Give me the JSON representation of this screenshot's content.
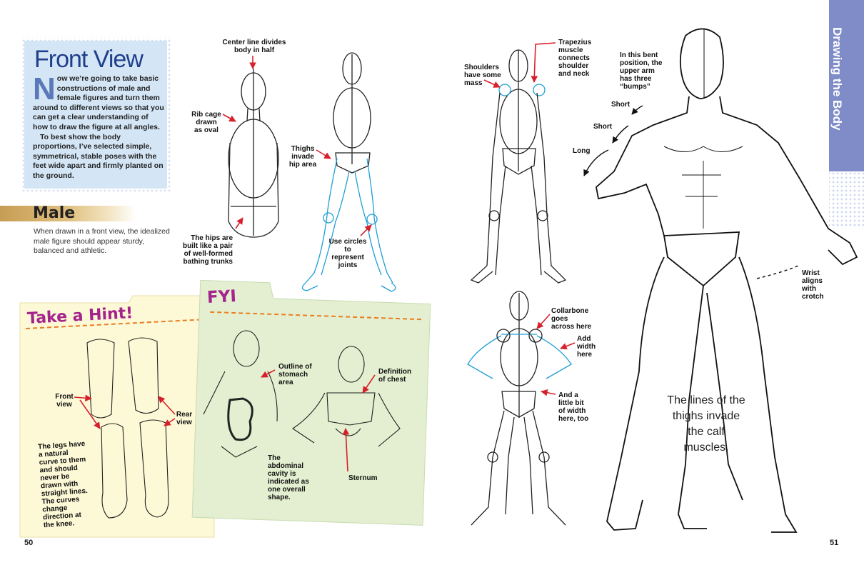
{
  "front_view": {
    "title": "Front View",
    "drop_cap": "N",
    "paragraph1": "ow we’re going to take basic constructions of male and female figures and turn them around to different views so that you can get a clear understanding of how to draw the figure at all angles.",
    "paragraph2": "To best show the body proportions, I’ve selected simple, symmetrical, stable poses with the feet wide apart and firmly planted on the ground."
  },
  "male": {
    "title": "Male",
    "text": "When drawn in a front view, the idealized male figure should appear sturdy, balanced and athletic."
  },
  "labels": {
    "center_line": "Center line divides body in half",
    "rib_cage": "Rib cage drawn as oval",
    "thighs_invade": "Thighs invade hip area",
    "hips": "The hips are built like a pair of well-formed bathing trunks",
    "circles": "Use circles to represent joints",
    "shoulders": "Shoulders have some mass",
    "trapezius": "Trapezius muscle connects shoulder and neck",
    "collarbone": "Collarbone goes across here",
    "add_width": "Add width here",
    "little_bit": "And a little bit of width here, too",
    "bent_arm": "In this bent position, the upper arm has three “bumps”",
    "short1": "Short",
    "short2": "Short",
    "long": "Long",
    "wrist": "Wrist aligns with crotch",
    "thighs_calf": "The lines of the thighs invade the calf muscles."
  },
  "hint": {
    "title": "Take a Hint!",
    "front_view": "Front view",
    "rear_view": "Rear view",
    "legs_text": "The legs have a natural curve to them and should never be drawn with straight lines. The curves change direction at the knee."
  },
  "fyi": {
    "title": "FYI",
    "outline": "Outline of stomach area",
    "definition": "Definition of chest",
    "abdominal": "The abdominal cavity is indicated as one overall shape.",
    "sternum": "Sternum"
  },
  "sidebar": {
    "tab_label": "Drawing the Body"
  },
  "pages": {
    "left": "50",
    "right": "51"
  },
  "colors": {
    "title_blue": "#1f3f8c",
    "box_blue": "#d4e6f6",
    "tab_purple": "#7f8cc7",
    "hint_yellow": "#fdf8d6",
    "fyi_green": "#e3efd0",
    "accent_magenta": "#a4238c",
    "dash_orange": "#e87f22",
    "arrow_red": "#d8202b",
    "sketch_blue": "#1f9fd6"
  }
}
